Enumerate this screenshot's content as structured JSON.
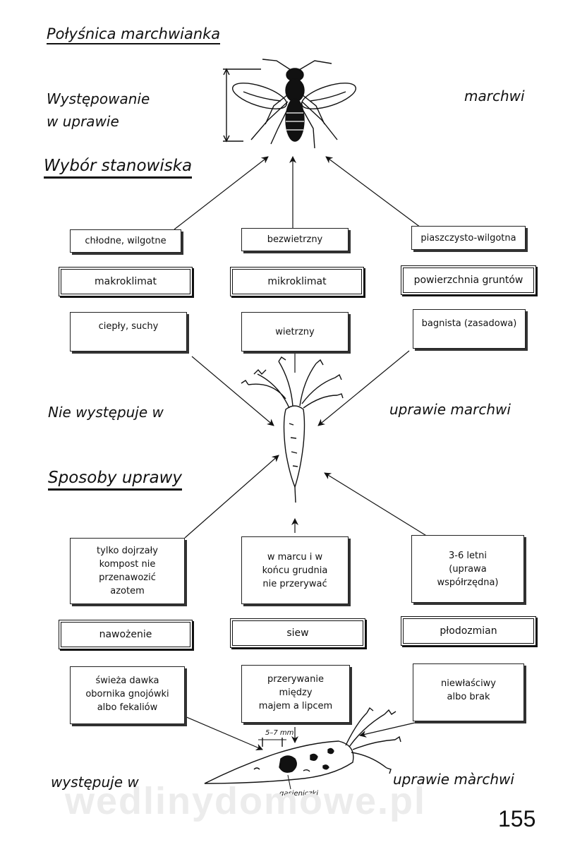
{
  "title": "Połyśnica marchwianka",
  "occurrence": {
    "left_line1": "Występowanie",
    "left_line2": "w uprawie",
    "right": "marchwi"
  },
  "site_selection": {
    "heading": "Wybór stanowiska",
    "top_boxes": [
      "chłodne, wilgotne",
      "bezwietrzny",
      "piaszczysto-wilgotna"
    ],
    "categories": [
      "makroklimat",
      "mikroklimat",
      "powierzchnia gruntów"
    ],
    "bottom_boxes": [
      "ciepły, suchy",
      "wietrzny",
      "bagnista (zasadowa)"
    ]
  },
  "not_occurring": {
    "left": "Nie występuje w",
    "right": "uprawie marchwi"
  },
  "cultivation": {
    "heading": "Sposoby uprawy",
    "top_boxes": [
      [
        "tylko dojrzały",
        "kompost nie",
        "przenawozić",
        "azotem"
      ],
      [
        "w marcu i w",
        "końcu grudnia",
        "nie przerywać"
      ],
      [
        "3-6 letni",
        "(uprawa",
        "współrzędna)"
      ]
    ],
    "categories": [
      "nawożenie",
      "siew",
      "płodozmian"
    ],
    "bottom_boxes": [
      [
        "świeża dawka",
        "obornika gnojówki",
        "albo fekaliów"
      ],
      [
        "przerywanie",
        "między",
        "majem a lipcem"
      ],
      [
        "niewłaściwy",
        "albo brak"
      ]
    ]
  },
  "occurring": {
    "left": "występuje w",
    "right": "uprawie màrchwi"
  },
  "carrot_labels": {
    "measure": "5–7 mm",
    "larvae": "gąsieniczki"
  },
  "watermark": "wedlinydomowe.pl",
  "page_number": "155"
}
